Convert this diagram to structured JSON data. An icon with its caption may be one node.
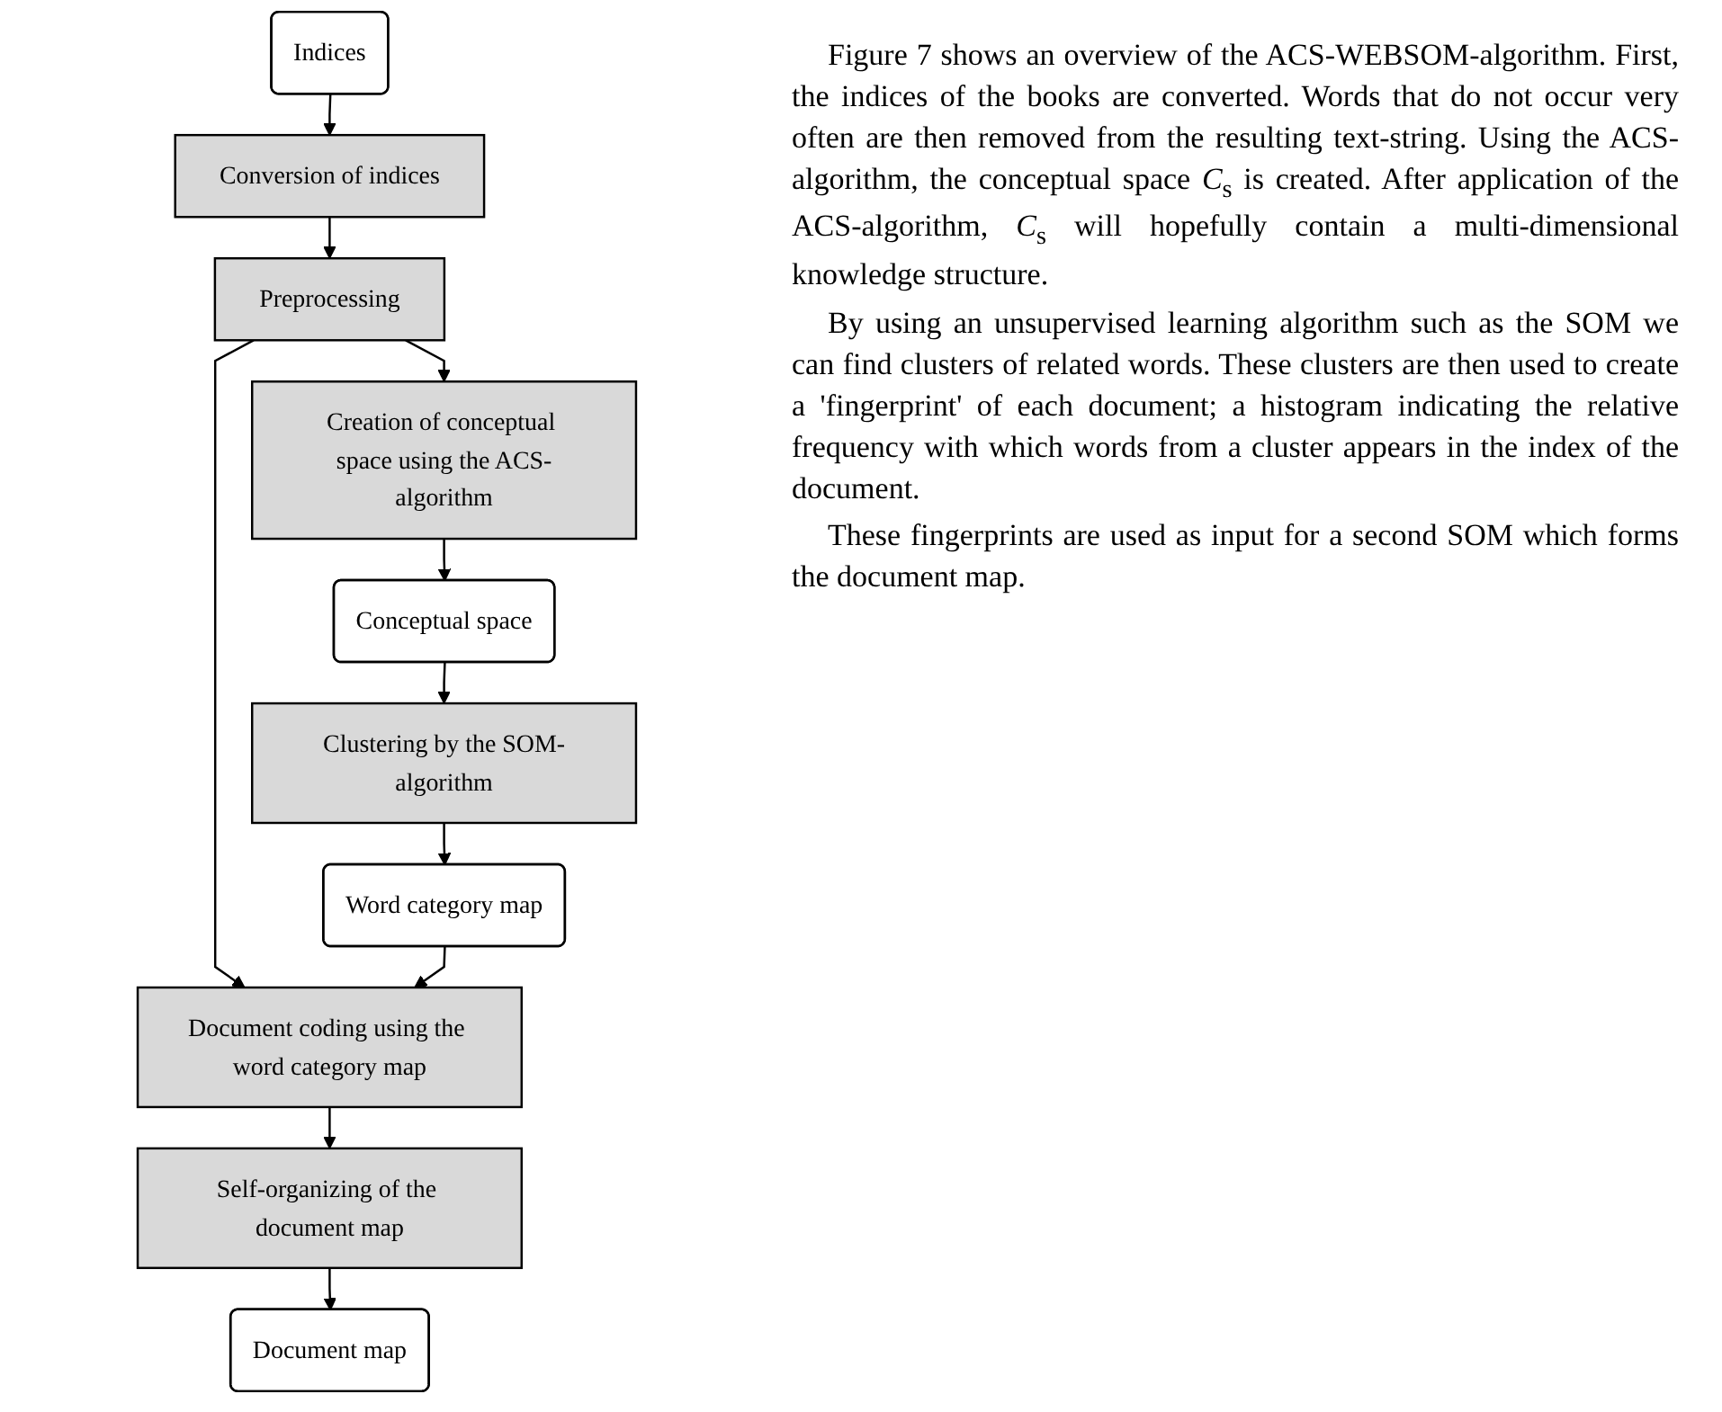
{
  "diagram": {
    "nodes": [
      {
        "text": [
          "Indices"
        ]
      },
      {
        "text": [
          "Conversion of indices"
        ]
      },
      {
        "text": [
          "Preprocessing"
        ]
      },
      {
        "text": [
          "Creation of conceptual space using the ACS-algorithm"
        ]
      },
      {
        "text": [
          "Conceptual space"
        ]
      },
      {
        "text": [
          "Clustering by the SOM-algorithm"
        ]
      },
      {
        "text": [
          "Word category map"
        ]
      },
      {
        "text": [
          "Document coding using the word category map"
        ]
      },
      {
        "text": [
          "Self-organizing of the document map"
        ]
      },
      {
        "text": [
          "Document map"
        ]
      }
    ],
    "edges": [
      {
        "from": 0,
        "to": 1,
        "arrow": "to"
      },
      {
        "from": 1,
        "to": 2,
        "arrow": "to"
      },
      {
        "from": 2,
        "to": 3,
        "arrow": "to"
      },
      {
        "from": 3,
        "to": 4,
        "arrow": "to"
      },
      {
        "from": 4,
        "to": 5,
        "arrow": "to"
      },
      {
        "from": 5,
        "to": 6,
        "arrow": "to"
      },
      {
        "from": 2,
        "to": 7,
        "arrow": "to"
      },
      {
        "from": 6,
        "to": 7,
        "arrow": "to"
      },
      {
        "from": 7,
        "to": 8,
        "arrow": "to"
      },
      {
        "from": 8,
        "to": 9,
        "arrow": "to"
      }
    ],
    "labels": [
      "Figure 7 shows an overview of the ACS-WEBSOM-algorithm. First, the indices of the books are converted. Words that do not occur very often are then removed from the resulting text-string. Using the ACS-algorithm, the conceptual space *C*$_{s}$ is created. After application of the ACS-algorithm, *C*$_{s}$ will hopefully contain a multi-dimensional knowledge structure.",
      "By using an unsupervised learning algorithm such as the SOM we can find clusters of related words. These clusters are then used to create a 'fingerprint' of each document; a histogram indicating the relative frequency with which words from a cluster appears in the index of the document.",
      "These fingerprints are used as input for a second SOM which forms the document map."
    ]
  }
}
